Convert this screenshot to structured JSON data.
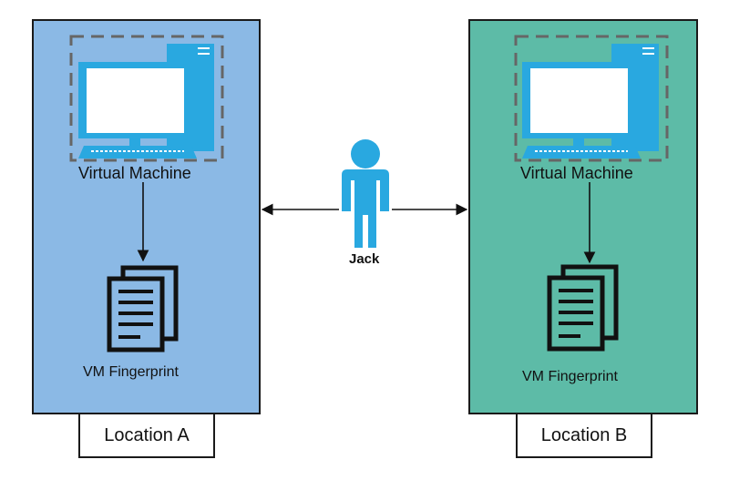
{
  "locations": [
    {
      "name": "Location A",
      "vm_label": "Virtual Machine",
      "fingerprint_label": "VM Fingerprint",
      "color": "#8bb9e5"
    },
    {
      "name": "Location B",
      "vm_label": "Virtual Machine",
      "fingerprint_label": "VM Fingerprint",
      "color": "#5dbba7"
    }
  ],
  "person": {
    "name": "Jack",
    "color": "#29a8e0"
  },
  "icons": {
    "computer": "computer-icon",
    "document": "document-stack-icon",
    "person": "person-icon"
  },
  "colors": {
    "monitor_blue": "#29a8e0",
    "dashed_border": "#666666",
    "outline": "#1a1a1a"
  }
}
